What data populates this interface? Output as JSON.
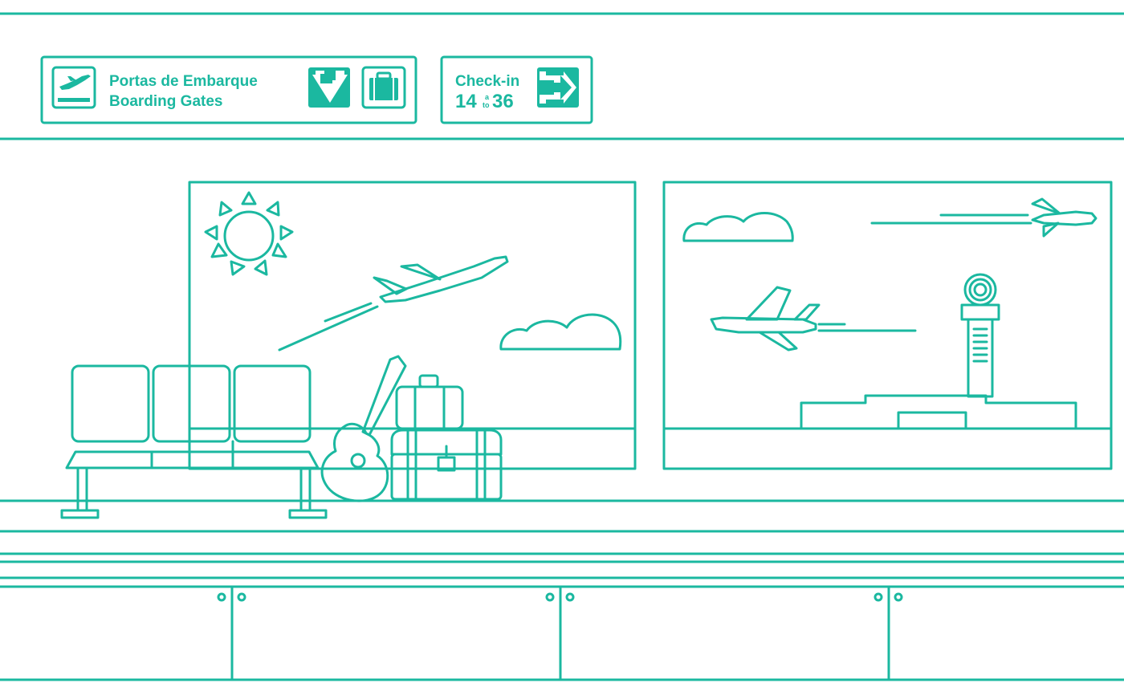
{
  "colors": {
    "primary": "#1bb8a0",
    "background": "#ffffff"
  },
  "boarding_sign": {
    "title_pt": "Portas de Embarque",
    "title_en": "Boarding Gates",
    "icons": [
      "departing-airplane-icon",
      "arrow-down-icon",
      "baggage-icon"
    ]
  },
  "checkin_sign": {
    "title": "Check-in",
    "range_start": "14",
    "range_sep_top": "a",
    "range_sep_bottom": "to",
    "range_end": "36",
    "icons": [
      "arrow-right-icon"
    ]
  }
}
